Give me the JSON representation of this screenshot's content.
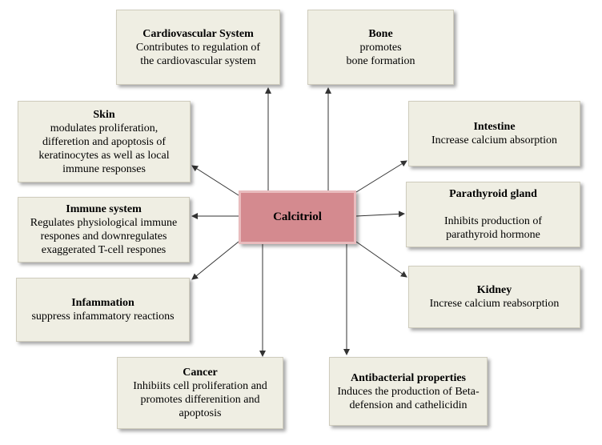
{
  "center": {
    "label": "Calcitriol"
  },
  "boxes": {
    "cardiovascular": {
      "title": "Cardiovascular System",
      "body": "Contributes to regulation of\nthe cardiovascular system"
    },
    "bone": {
      "title": "Bone",
      "body": "promotes\nbone formation"
    },
    "skin": {
      "title": "Skin",
      "body": "modulates proliferation,\ndifferetion and apoptosis of\nkeratinocytes as well as local\nimmune responses"
    },
    "intestine": {
      "title": "Intestine",
      "body": "Increase calcium absorption"
    },
    "immune": {
      "title": "Immune system",
      "body": "Regulates physiological immune\nrespones and downregulates\nexaggerated  T-cell respones"
    },
    "parathyroid": {
      "title": "Parathyroid gland",
      "body": "Inhibits production of\nparathyroid hormone"
    },
    "inflammation": {
      "title": "Infammation",
      "body": "suppress infammatory reactions"
    },
    "kidney": {
      "title": "Kidney",
      "body": "Increse calcium  reabsorption"
    },
    "cancer": {
      "title": "Cancer",
      "body": "Inhibiits cell proliferation and\npromotes differenition  and\napoptosis"
    },
    "antibacterial": {
      "title": "Antibacterial properties",
      "body": "Induces the production of Beta-\ndefension and cathelicidin"
    }
  },
  "colors": {
    "box_fill": "#efeee3",
    "center_fill": "#d48a8f",
    "center_border": "#e9bcbe",
    "arrow": "#333333"
  }
}
